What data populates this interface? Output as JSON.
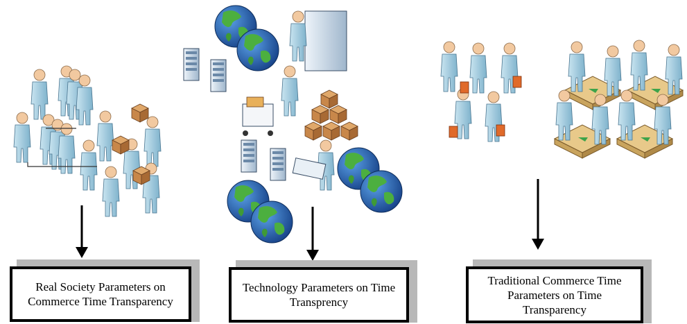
{
  "boxes": [
    {
      "line1": "Real Society Parameters on",
      "line2": "Commerce Time Transparency"
    },
    {
      "line1": "Technology Parameters on Time",
      "line2": "Transprency"
    },
    {
      "line1": "Traditional Commerce Time",
      "line2": "Parameters on Time",
      "line3": "Transparency"
    }
  ],
  "colors": {
    "person": "#9ccbe0",
    "skin": "#f2c9a0",
    "earth_ocean": "#2a6fbf",
    "earth_land": "#4caf3f",
    "box_cardboard": "#c8874a",
    "folder_orange": "#e06a2a",
    "desk": "#e8c98a",
    "server": "#dce8f2"
  }
}
